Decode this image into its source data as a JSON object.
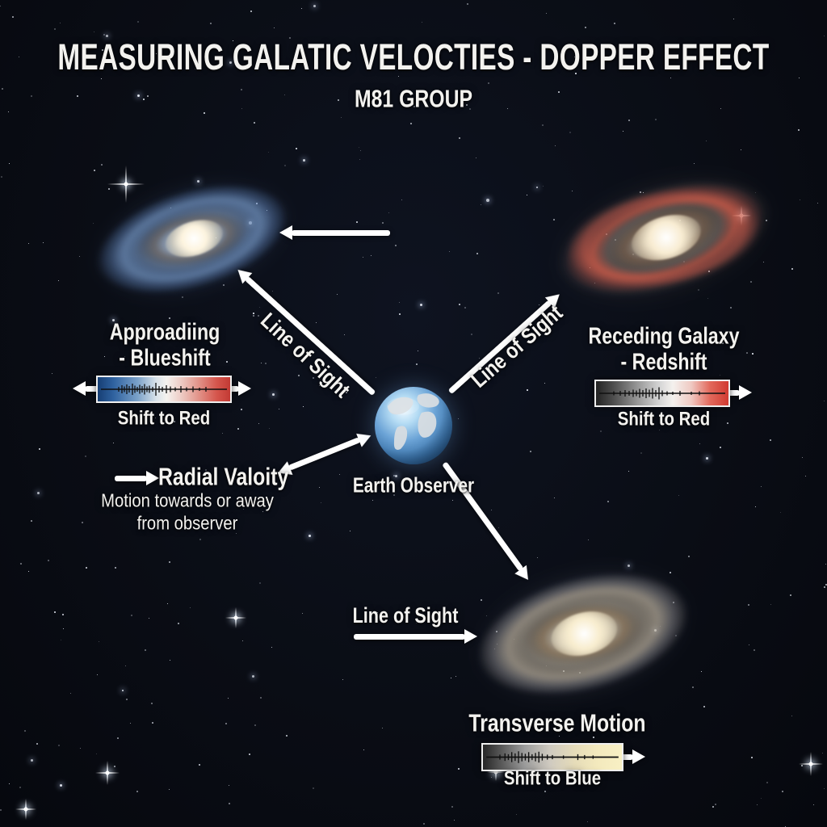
{
  "poster": {
    "title": "MEASURING GALATIC VELOCTIES - DOPPER EFFECT",
    "subtitle": "M81 GROUP"
  },
  "approaching": {
    "label_line1": "Approadiing",
    "label_line2": "- Blueshift",
    "spectrum_caption": "Shift to Red"
  },
  "receding": {
    "label_line1": "Receding Galaxy",
    "label_line2": "- Redshift",
    "spectrum_caption": "Shift to Red"
  },
  "transverse": {
    "label": "Transverse Motion",
    "spectrum_caption": "Shift to Blue"
  },
  "observer": {
    "label": "Earth Observer"
  },
  "line_of_sight": {
    "upper_left": "Line of Sight",
    "upper_right": "Line of Sight",
    "bottom": "Line of Sight"
  },
  "radial_velocity": {
    "label": "Radial Valoity",
    "description_line1": "Motion towards or away",
    "description_line2": "from observer"
  },
  "colors": {
    "background": "#0a0d15",
    "text": "#f3f2ef",
    "arrow": "#ffffff",
    "spectrum_blue_end": "#173f74",
    "spectrum_red_end": "#c23a34",
    "spectrum_pale_yellow_end": "#f8f0c4",
    "spectrum_dark_end": "#262626",
    "approaching_galaxy_tint": "#7aa3d0",
    "receding_galaxy_tint": "#d65a48",
    "transverse_galaxy_tint": "#d9c9a6",
    "earth_ocean": "#5b97cf",
    "earth_land": "#d7dde2"
  }
}
